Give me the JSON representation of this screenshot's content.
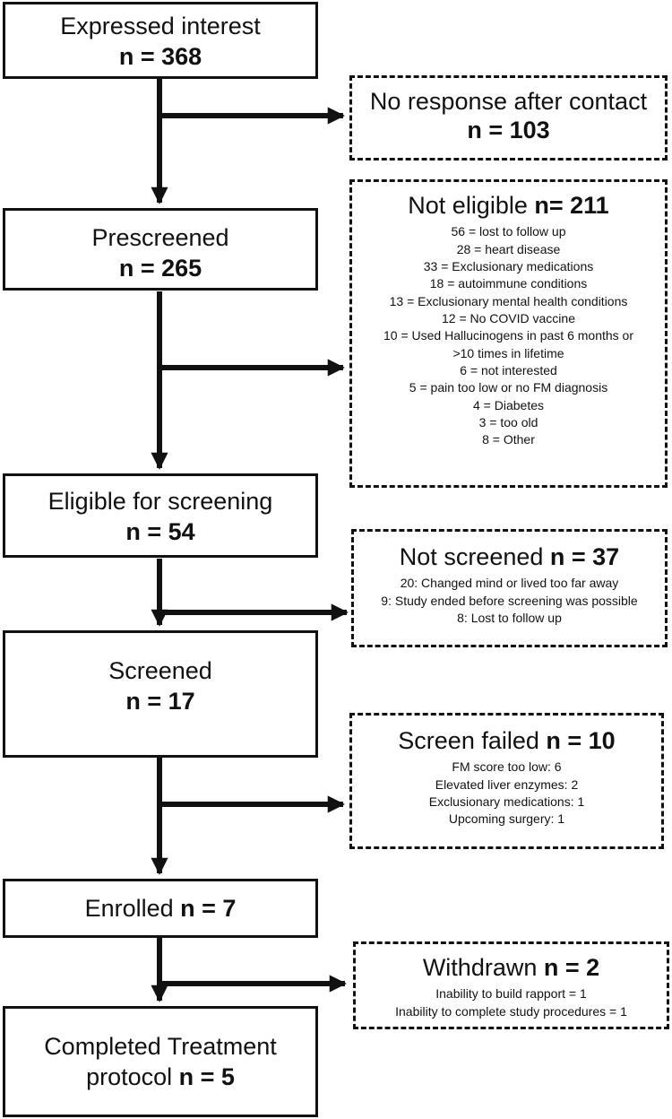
{
  "main_flow": [
    {
      "title": "Expressed interest",
      "n": "n = 368"
    },
    {
      "title": "Prescreened",
      "n": "n = 265"
    },
    {
      "title": "Eligible for screening",
      "n": "n = 54"
    },
    {
      "title": "Screened",
      "n": "n = 17"
    },
    {
      "title": "Enrolled",
      "n": "n = 7"
    },
    {
      "title": "Completed Treatment",
      "title2": "protocol",
      "n": "n = 5"
    }
  ],
  "exclusions": [
    {
      "title": "No response after contact",
      "n": "n = 103",
      "details": []
    },
    {
      "title": "Not eligible",
      "n": "n= 211",
      "details": [
        "56 = lost to follow up",
        "28 = heart disease",
        "33 = Exclusionary medications",
        "18 = autoimmune conditions",
        "13 = Exclusionary mental health conditions",
        "12 = No COVID vaccine",
        "10 = Used Hallucinogens in past 6 months or",
        ">10 times in lifetime",
        "6 = not interested",
        "5 = pain too low or no FM diagnosis",
        "4 = Diabetes",
        "3 = too old",
        "8 = Other"
      ]
    },
    {
      "title": "Not screened",
      "n": "n = 37",
      "details": [
        "20: Changed mind or lived too far away",
        "9: Study ended before screening was possible",
        "8: Lost to follow up"
      ]
    },
    {
      "title": "Screen failed",
      "n": "n = 10",
      "details": [
        "FM score too low: 6",
        "Elevated liver enzymes: 2",
        "Exclusionary medications: 1",
        "Upcoming surgery: 1"
      ]
    },
    {
      "title": "Withdrawn",
      "n": "n = 2",
      "details": [
        "Inability to build rapport = 1",
        "Inability to complete study procedures = 1"
      ]
    }
  ]
}
